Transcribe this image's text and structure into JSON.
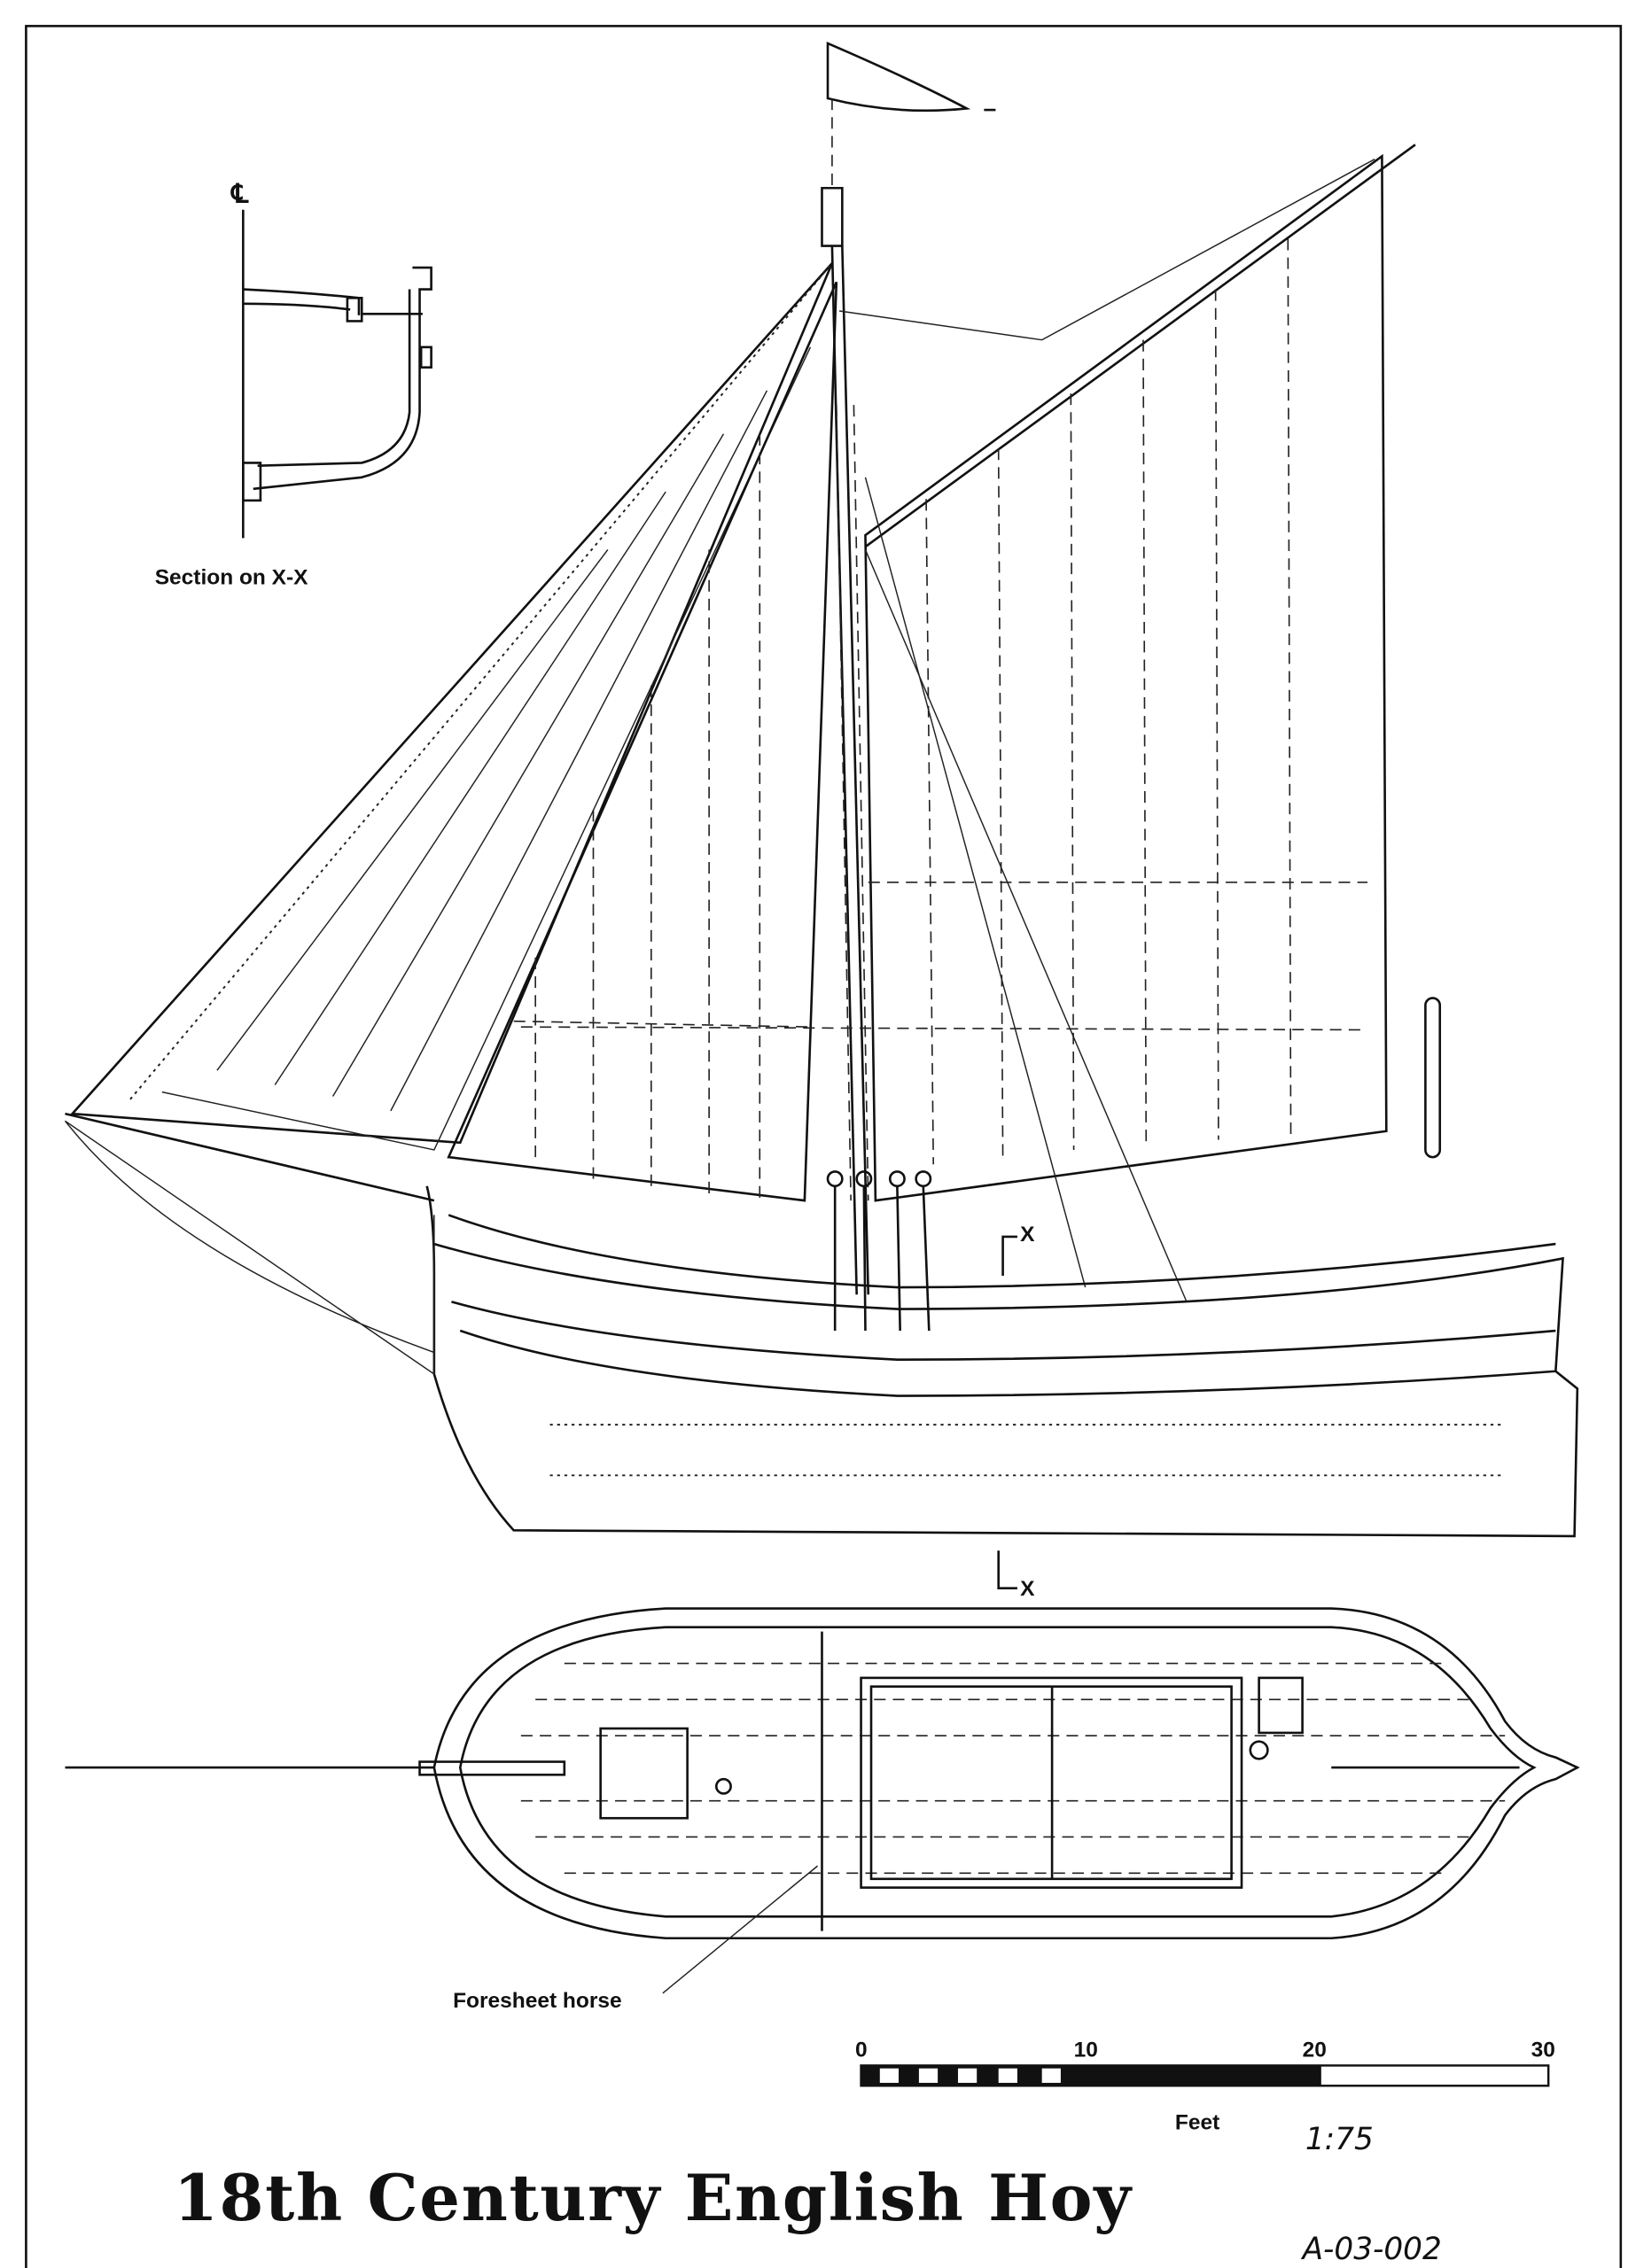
{
  "drawing": {
    "title": "18th Century English Hoy",
    "drawing_number": "A-03-002",
    "scale_ratio": "1:75"
  },
  "section": {
    "centerline_symbol": "℄",
    "label": "Section on X-X"
  },
  "profile": {
    "section_marker_top": "X",
    "section_marker_bottom": "X"
  },
  "plan": {
    "foresheet_label": "Foresheet horse"
  },
  "scale_bar": {
    "ticks": [
      "0",
      "10",
      "20",
      "30"
    ],
    "unit": "Feet"
  }
}
